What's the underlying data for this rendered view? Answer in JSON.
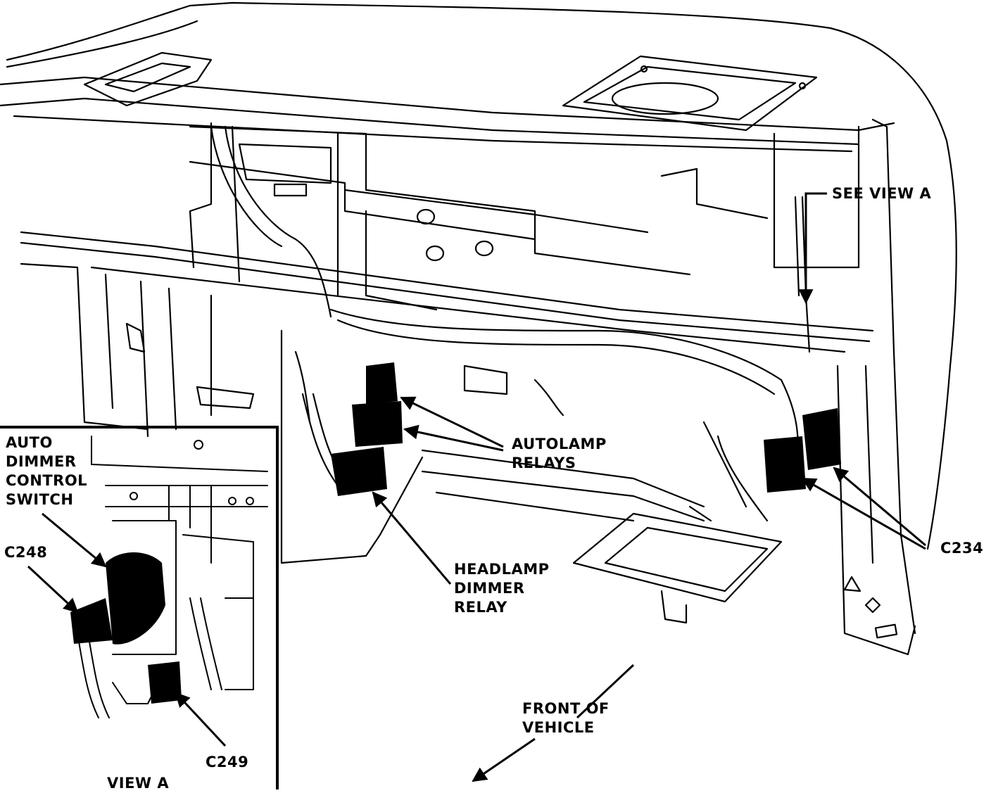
{
  "labels": {
    "see_view_a": "SEE VIEW A",
    "autolamp_relays": [
      "AUTOLAMP",
      "RELAYS"
    ],
    "headlamp_dimmer_relay": [
      "HEADLAMP",
      "DIMMER",
      "RELAY"
    ],
    "c234": "C234",
    "front_of_vehicle": [
      "FRONT OF",
      "VEHICLE"
    ],
    "auto_dimmer_control_switch": [
      "AUTO",
      "DIMMER",
      "CONTROL",
      "SWITCH"
    ],
    "c248": "C248",
    "c249": "C249",
    "view_a": "VIEW A"
  },
  "colors": {
    "ink": "#000000",
    "paper": "#ffffff",
    "component_fill": "#000000"
  }
}
